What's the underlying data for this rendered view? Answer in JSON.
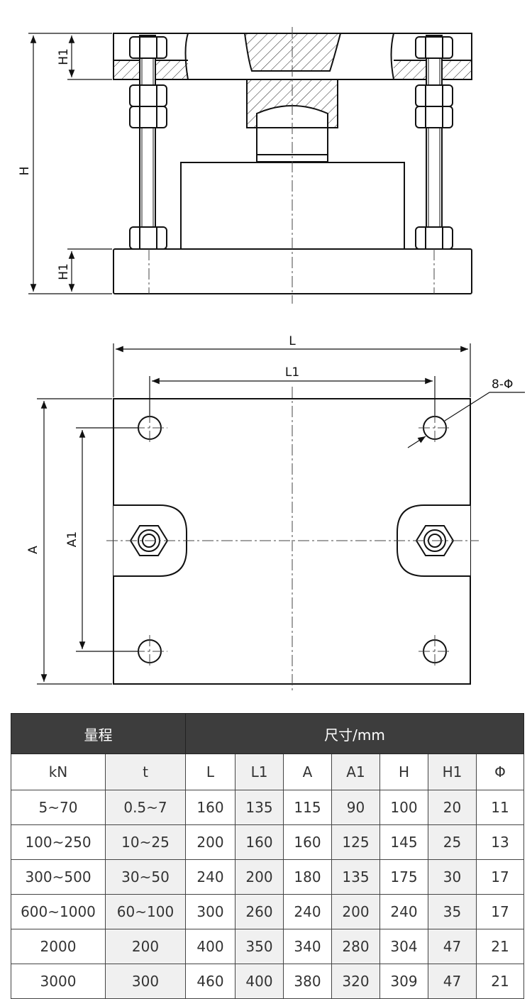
{
  "drawing": {
    "side_view": {
      "dim_h": "H",
      "dim_h1_top": "H1",
      "dim_h1_bottom": "H1"
    },
    "top_view": {
      "dim_l": "L",
      "dim_l1": "L1",
      "dim_a": "A",
      "dim_a1": "A1",
      "hole_callout": "8-Φ"
    }
  },
  "table": {
    "group_headers": [
      "量程",
      "尺寸/mm"
    ],
    "sub_headers": [
      "kN",
      "t",
      "L",
      "L1",
      "A",
      "A1",
      "H",
      "H1",
      "Φ"
    ],
    "rows": [
      [
        "5~70",
        "0.5~7",
        "160",
        "135",
        "115",
        "90",
        "100",
        "20",
        "11"
      ],
      [
        "100~250",
        "10~25",
        "200",
        "160",
        "160",
        "125",
        "145",
        "25",
        "13"
      ],
      [
        "300~500",
        "30~50",
        "240",
        "200",
        "180",
        "135",
        "175",
        "30",
        "17"
      ],
      [
        "600~1000",
        "60~100",
        "300",
        "260",
        "240",
        "200",
        "240",
        "35",
        "17"
      ],
      [
        "2000",
        "200",
        "400",
        "350",
        "340",
        "280",
        "304",
        "47",
        "21"
      ],
      [
        "3000",
        "300",
        "460",
        "400",
        "380",
        "320",
        "309",
        "47",
        "21"
      ]
    ],
    "colors": {
      "header_bg": "#3d3d3d",
      "header_text": "#ffffff",
      "alt_cell": "#f0f0f0"
    }
  }
}
